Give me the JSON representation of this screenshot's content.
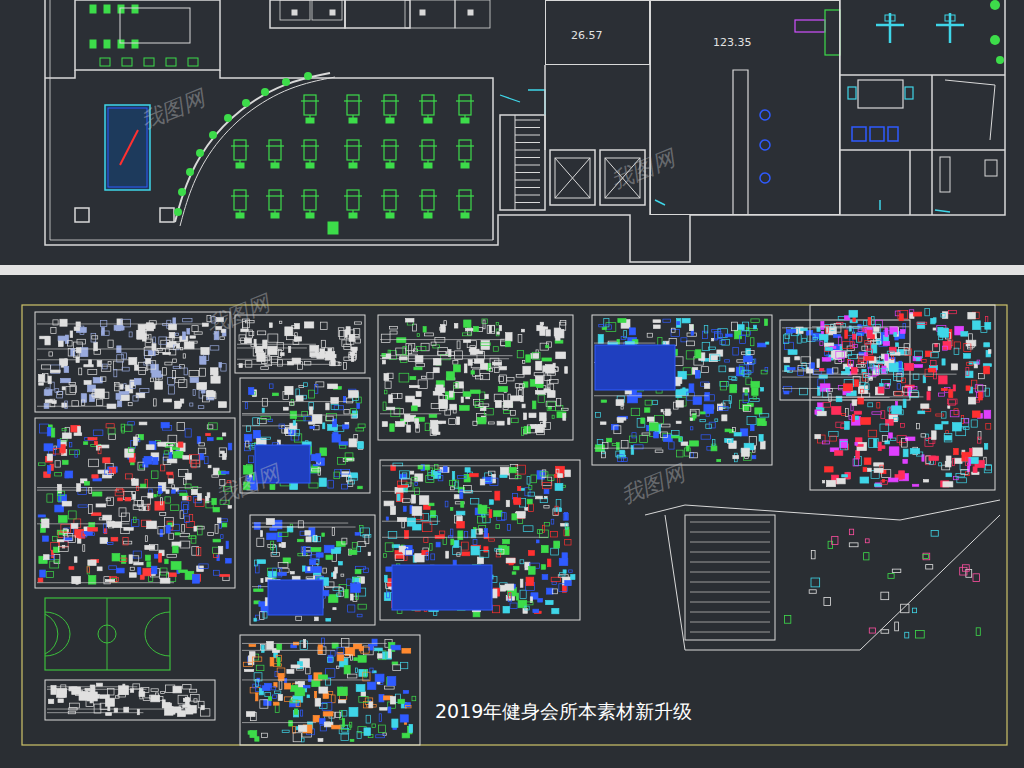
{
  "diagram": {
    "caption": "2019年健身会所本素材新升级",
    "nodes": [
      {
        "text": [
          "26.57"
        ]
      },
      {
        "text": [
          "123.35"
        ]
      }
    ],
    "labels": [
      "我图网",
      "我图网",
      "我图网",
      "我图网",
      "我图网"
    ]
  }
}
